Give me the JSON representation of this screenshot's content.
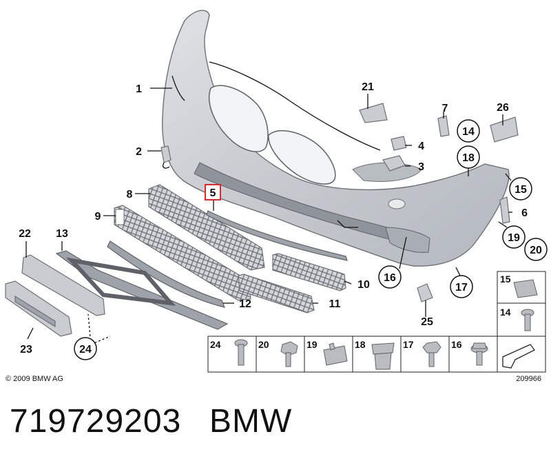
{
  "diagram": {
    "copyright": "© 2009 BMW AG",
    "diagram_id": "209966",
    "callouts": {
      "c1": "1",
      "c2": "2",
      "c3": "3",
      "c4": "4",
      "c5": "5",
      "c6": "6",
      "c7": "7",
      "c8": "8",
      "c9": "9",
      "c10": "10",
      "c11": "11",
      "c12": "12",
      "c13": "13",
      "c14": "14",
      "c15": "15",
      "c16": "16",
      "c17": "17",
      "c18": "18",
      "c19": "19",
      "c20": "20",
      "c21": "21",
      "c22": "22",
      "c23": "23",
      "c24": "24",
      "c25": "25",
      "c26": "26"
    },
    "fastener_table": {
      "bottom_row": [
        "24",
        "20",
        "19",
        "18",
        "17",
        "16"
      ],
      "side_top": "15",
      "side_mid": "14"
    },
    "highlighted_part": "5"
  },
  "footer": {
    "part_number": "719729203",
    "brand": "BMW"
  },
  "colors": {
    "part_fill": "#c9ccd0",
    "part_stroke": "#6c7076",
    "highlight": "#d9282f"
  }
}
